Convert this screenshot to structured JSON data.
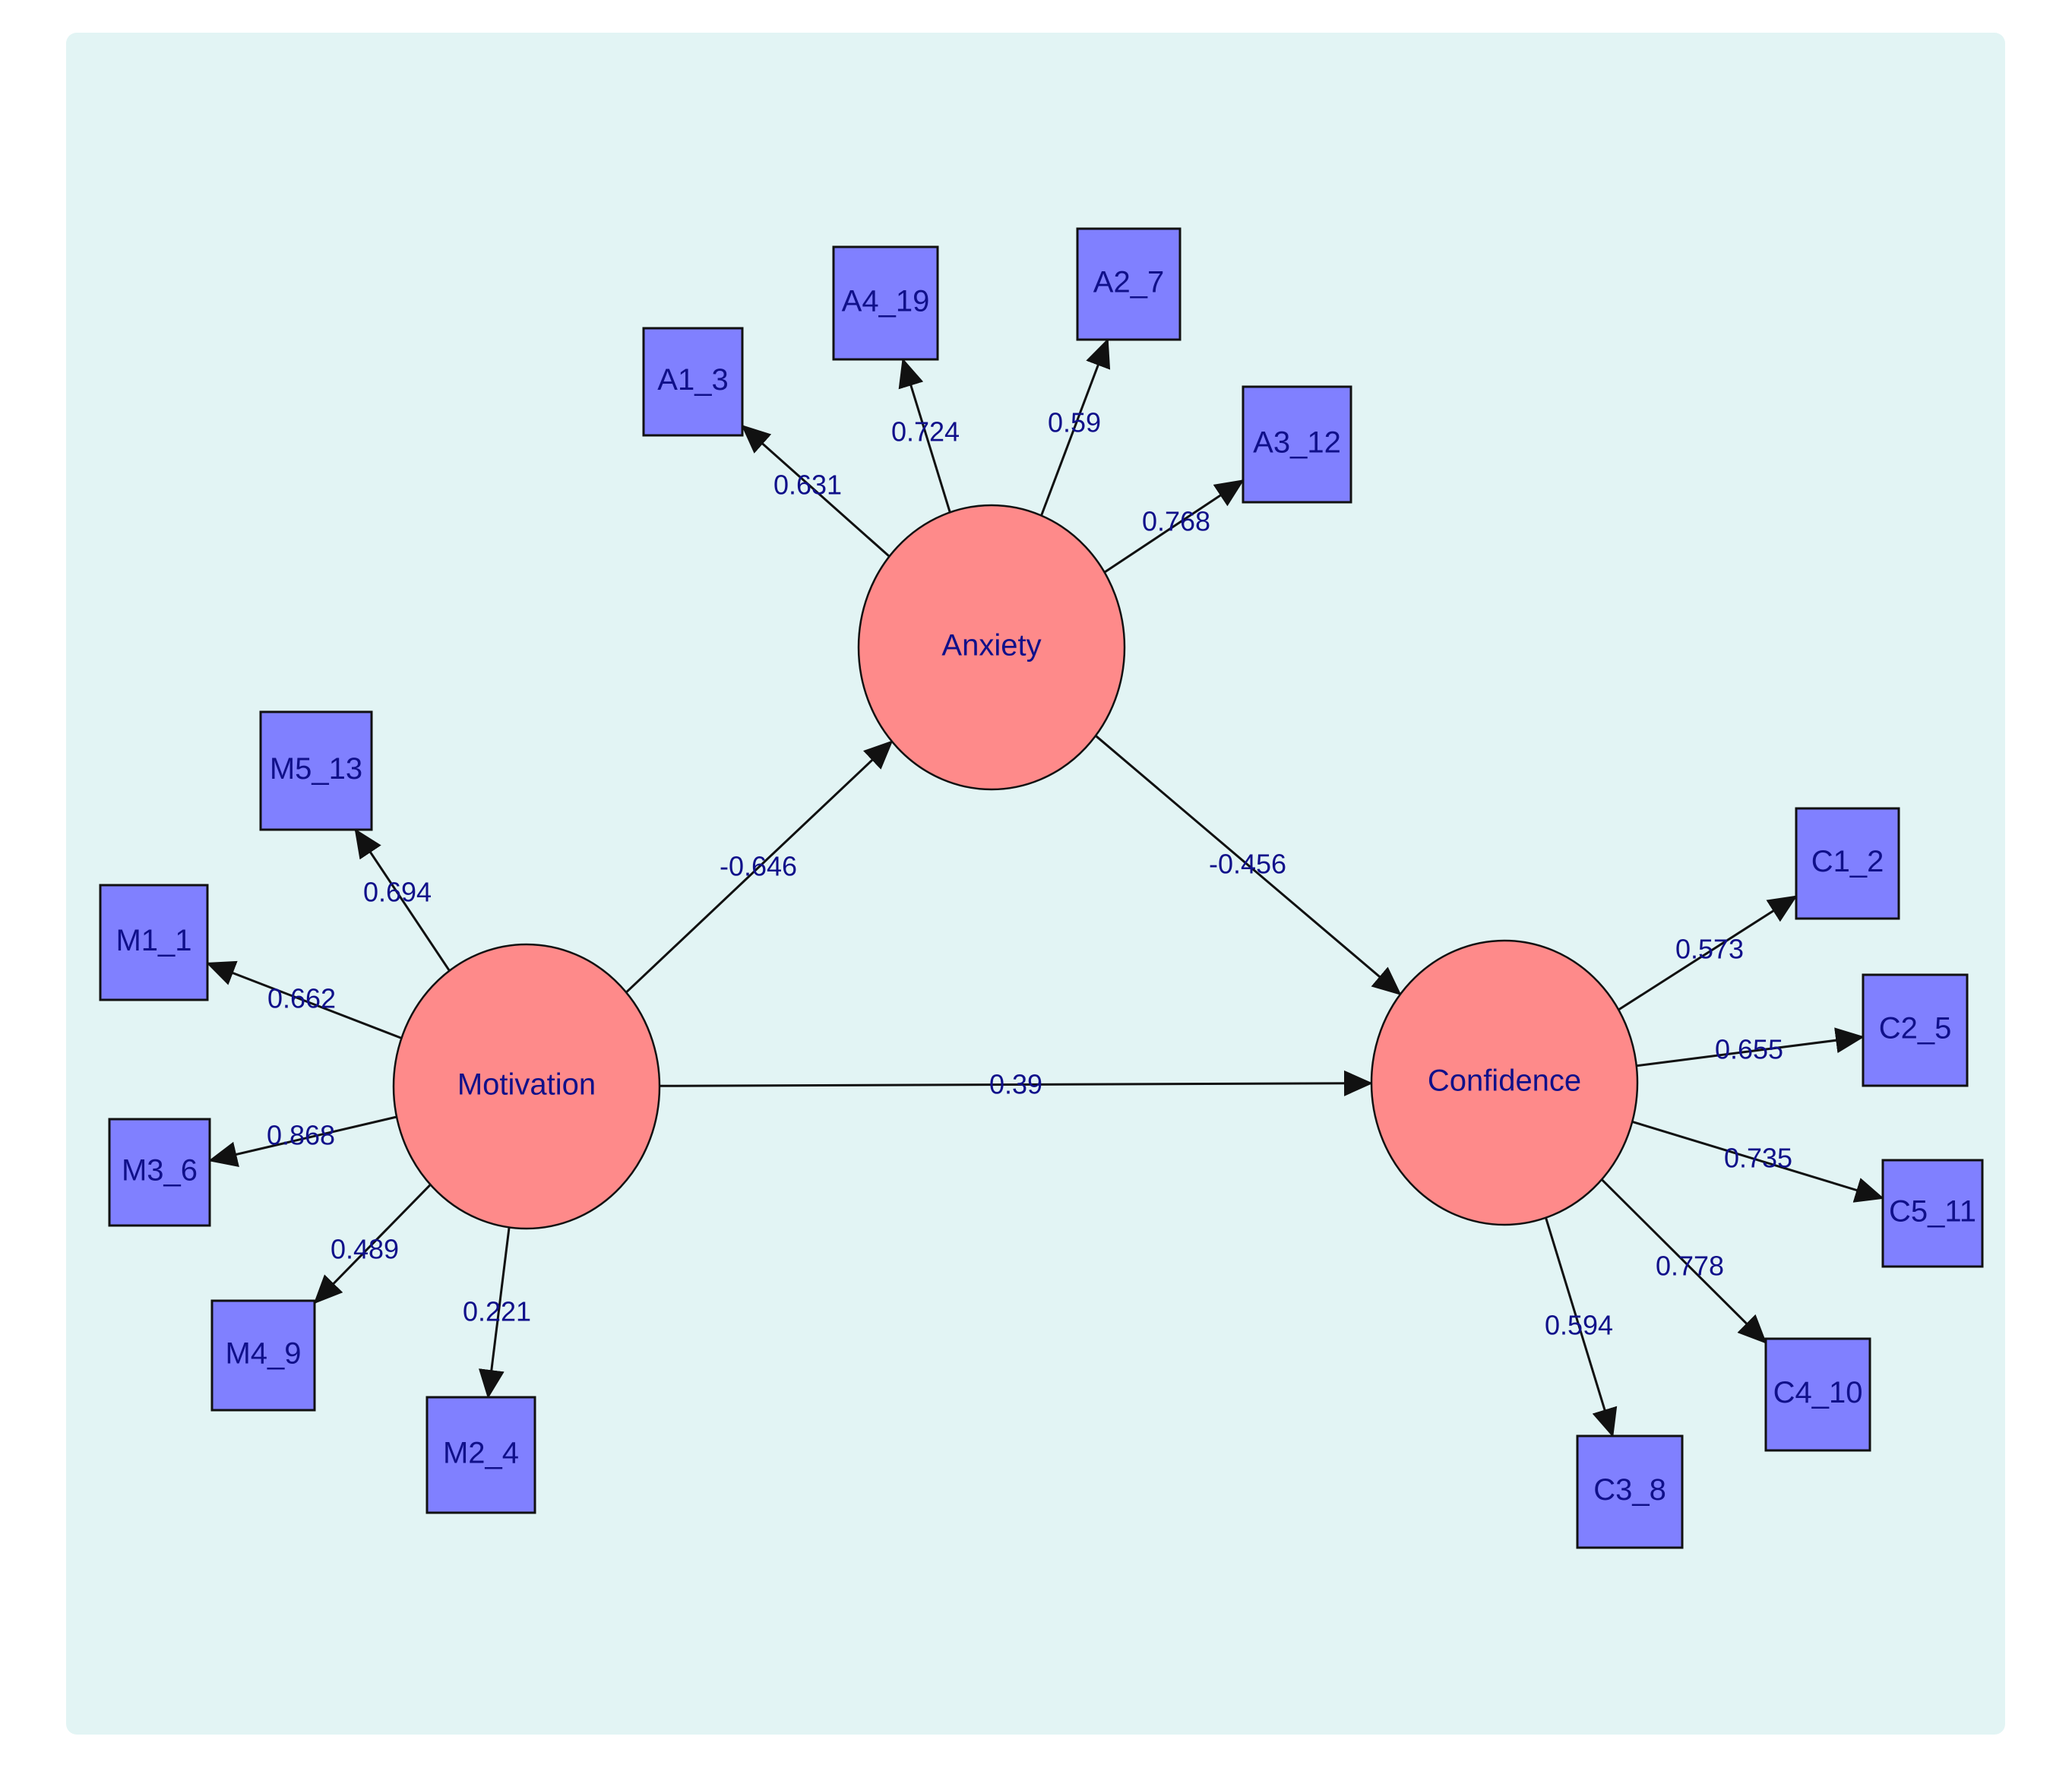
{
  "colors": {
    "panel_background": "#e2f4f4",
    "latent_fill": "#fe8a8a",
    "indicator_fill": "#8080ff",
    "label_text": "#10108a",
    "edge": "#111111"
  },
  "latents": [
    {
      "id": "anxiety",
      "label": "Anxiety"
    },
    {
      "id": "motivation",
      "label": "Motivation"
    },
    {
      "id": "confidence",
      "label": "Confidence"
    }
  ],
  "indicators": [
    {
      "id": "A1_3",
      "label": "A1_3"
    },
    {
      "id": "A4_19",
      "label": "A4_19"
    },
    {
      "id": "A2_7",
      "label": "A2_7"
    },
    {
      "id": "A3_12",
      "label": "A3_12"
    },
    {
      "id": "M5_13",
      "label": "M5_13"
    },
    {
      "id": "M1_1",
      "label": "M1_1"
    },
    {
      "id": "M3_6",
      "label": "M3_6"
    },
    {
      "id": "M4_9",
      "label": "M4_9"
    },
    {
      "id": "M2_4",
      "label": "M2_4"
    },
    {
      "id": "C1_2",
      "label": "C1_2"
    },
    {
      "id": "C2_5",
      "label": "C2_5"
    },
    {
      "id": "C5_11",
      "label": "C5_11"
    },
    {
      "id": "C4_10",
      "label": "C4_10"
    },
    {
      "id": "C3_8",
      "label": "C3_8"
    }
  ],
  "structural_paths": [
    {
      "from": "motivation",
      "to": "anxiety",
      "weight": "-0.646"
    },
    {
      "from": "anxiety",
      "to": "confidence",
      "weight": "-0.456"
    },
    {
      "from": "motivation",
      "to": "confidence",
      "weight": "0.39"
    }
  ],
  "loadings": [
    {
      "from": "anxiety",
      "to": "A1_3",
      "weight": "0.631"
    },
    {
      "from": "anxiety",
      "to": "A4_19",
      "weight": "0.724"
    },
    {
      "from": "anxiety",
      "to": "A2_7",
      "weight": "0.59"
    },
    {
      "from": "anxiety",
      "to": "A3_12",
      "weight": "0.768"
    },
    {
      "from": "motivation",
      "to": "M5_13",
      "weight": "0.694"
    },
    {
      "from": "motivation",
      "to": "M1_1",
      "weight": "0.662"
    },
    {
      "from": "motivation",
      "to": "M3_6",
      "weight": "0.868"
    },
    {
      "from": "motivation",
      "to": "M4_9",
      "weight": "0.489"
    },
    {
      "from": "motivation",
      "to": "M2_4",
      "weight": "0.221"
    },
    {
      "from": "confidence",
      "to": "C1_2",
      "weight": "0.573"
    },
    {
      "from": "confidence",
      "to": "C2_5",
      "weight": "0.655"
    },
    {
      "from": "confidence",
      "to": "C5_11",
      "weight": "0.735"
    },
    {
      "from": "confidence",
      "to": "C4_10",
      "weight": "0.778"
    },
    {
      "from": "confidence",
      "to": "C3_8",
      "weight": "0.594"
    }
  ]
}
